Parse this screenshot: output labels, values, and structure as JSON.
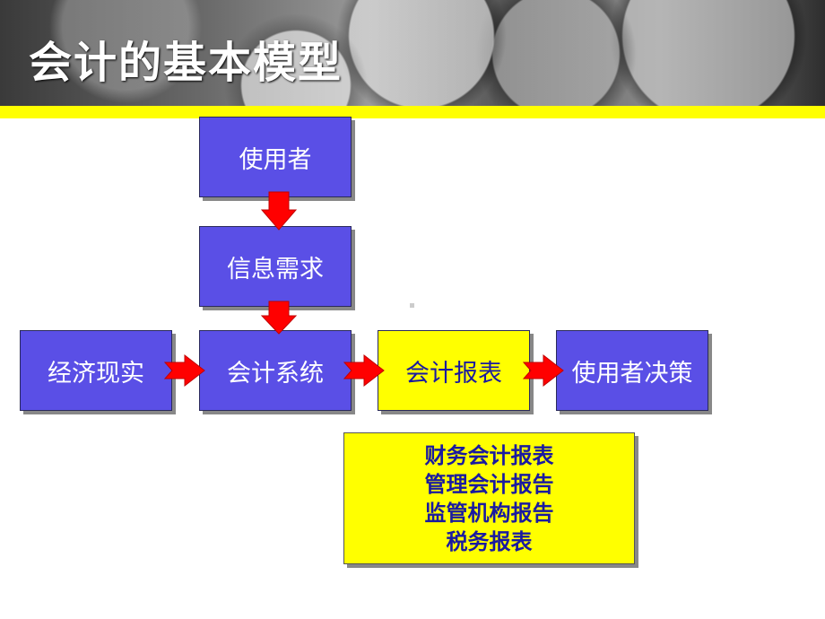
{
  "title": "会计的基本模型",
  "nodes": {
    "user": "使用者",
    "info_need": "信息需求",
    "economic_reality": "经济现实",
    "accounting_system": "会计系统",
    "accounting_report": "会计报表",
    "user_decision": "使用者决策"
  },
  "report_types": [
    "财务会计报表",
    "管理会计报告",
    "监管机构报告",
    "税务报表"
  ],
  "colors": {
    "box_blue": "#5a4fe6",
    "highlight_yellow": "#ffff00",
    "arrow_red": "#ff0000",
    "text_blue": "#1a1aa0"
  }
}
